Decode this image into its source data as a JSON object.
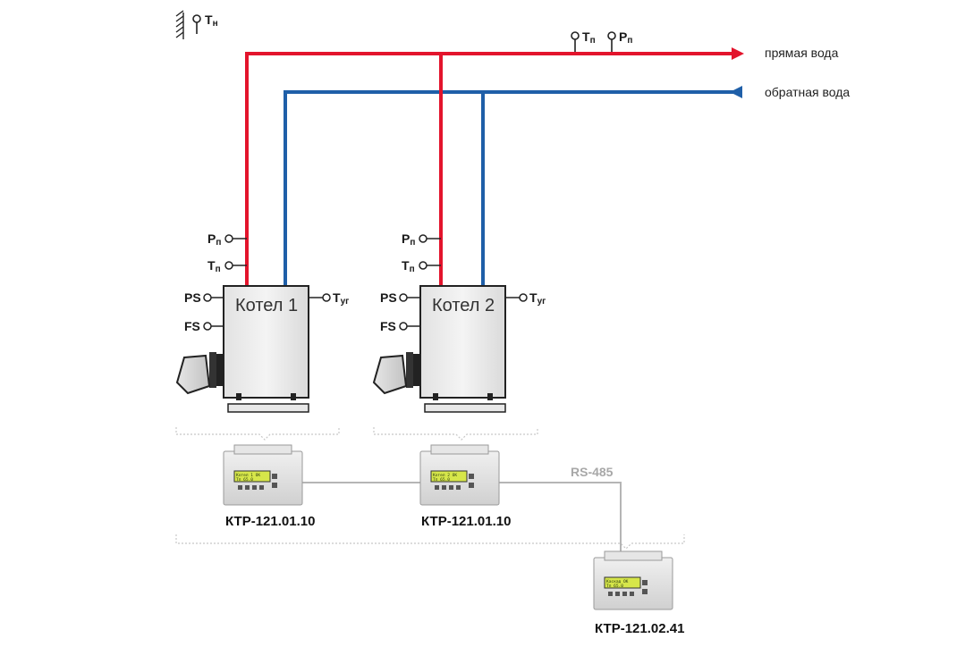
{
  "colors": {
    "supply": "#e3142c",
    "return": "#1f5fa8",
    "bus": "#b5b5b5",
    "bracket": "#c8c8c8",
    "lcd": "#d6e64a"
  },
  "outdoor_sensor": {
    "label": "T",
    "sub": "н"
  },
  "header_sensors": [
    {
      "label": "T",
      "sub": "п"
    },
    {
      "label": "P",
      "sub": "п"
    }
  ],
  "pipes": {
    "supply_label": "прямая вода",
    "return_label": "обратная вода"
  },
  "boilers": [
    {
      "name": "Котел 1",
      "sensors_left": [
        {
          "label": "P",
          "sub": "п"
        },
        {
          "label": "T",
          "sub": "п"
        },
        {
          "label": "PS",
          "sub": ""
        },
        {
          "label": "FS",
          "sub": ""
        }
      ],
      "sensor_right": {
        "label": "T",
        "sub": "уг"
      }
    },
    {
      "name": "Котел 2",
      "sensors_left": [
        {
          "label": "P",
          "sub": "п"
        },
        {
          "label": "T",
          "sub": "п"
        },
        {
          "label": "PS",
          "sub": ""
        },
        {
          "label": "FS",
          "sub": ""
        }
      ],
      "sensor_right": {
        "label": "T",
        "sub": "уг"
      }
    }
  ],
  "controllers": [
    {
      "label": "КТР-121.01.10"
    },
    {
      "label": "КТР-121.01.10"
    },
    {
      "label": "КТР-121.02.41"
    }
  ],
  "bus_label": "RS-485"
}
